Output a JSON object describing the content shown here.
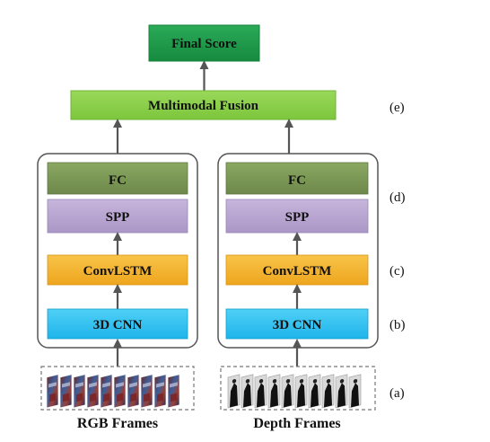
{
  "diagram": {
    "top": {
      "final_score": "Final Score",
      "fusion": "Multimodal Fusion"
    },
    "streams": [
      {
        "fc": "FC",
        "spp": "SPP",
        "convlstm": "ConvLSTM",
        "cnn": "3D CNN",
        "frames_label": "RGB Frames"
      },
      {
        "fc": "FC",
        "spp": "SPP",
        "convlstm": "ConvLSTM",
        "cnn": "3D CNN",
        "frames_label": "Depth Frames"
      }
    ],
    "stage_labels": {
      "e": "(e)",
      "d": "(d)",
      "c": "(c)",
      "b": "(b)",
      "a": "(a)"
    },
    "colors": {
      "final_score": "#1f9a4a",
      "fusion": "#8fd14f",
      "fc": "#7f9a56",
      "spp": "#b9a6d1",
      "convlstm": "#f4b530",
      "cnn": "#33c3f2",
      "arrow": "#555555",
      "stream_border": "#555555",
      "frames_border": "#777777"
    },
    "icons": {
      "rgb_frames": "rgb-video-frames-icon",
      "depth_frames": "depth-video-frames-icon"
    }
  }
}
